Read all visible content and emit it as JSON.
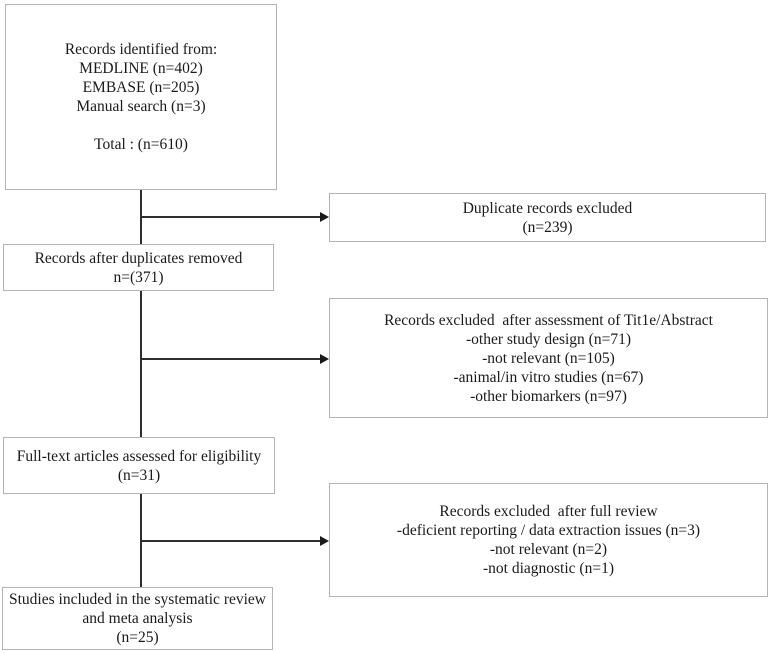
{
  "diagram": {
    "type": "prisma-flowchart",
    "colors": {
      "background": "#ffffff",
      "box_border": "#b3b3b3",
      "connector_line": "#2e2e2e",
      "text": "#1a1a1a"
    },
    "boxes": {
      "identification": {
        "lines": [
          "Records identified from:",
          "MEDLINE (n=402)",
          "EMBASE (n=205)",
          "Manual search (n=3)",
          "",
          "Total : (n=610)"
        ]
      },
      "duplicates_excluded": {
        "lines": [
          "Duplicate records excluded",
          "(n=239)"
        ]
      },
      "after_duplicates": {
        "lines": [
          "Records after duplicates removed",
          "n=(371)"
        ]
      },
      "title_abstract_excluded": {
        "lines": [
          "Records excluded  after assessment of Tit1e/Abstract",
          "-other study design (n=71)",
          "-not relevant (n=105)",
          "-animal/in vitro studies (n=67)",
          "-other biomarkers (n=97)"
        ]
      },
      "fulltext_eligibility": {
        "lines": [
          "Full-text articles assessed for eligibility",
          "(n=31)"
        ]
      },
      "full_review_excluded": {
        "lines": [
          "Records excluded  after full review",
          "-deficient reporting / data extraction issues (n=3)",
          "-not relevant (n=2)",
          "-not diagnostic (n=1)"
        ]
      },
      "included": {
        "lines": [
          "Studies included in the systematic review",
          "and meta analysis",
          "(n=25)"
        ]
      }
    }
  }
}
